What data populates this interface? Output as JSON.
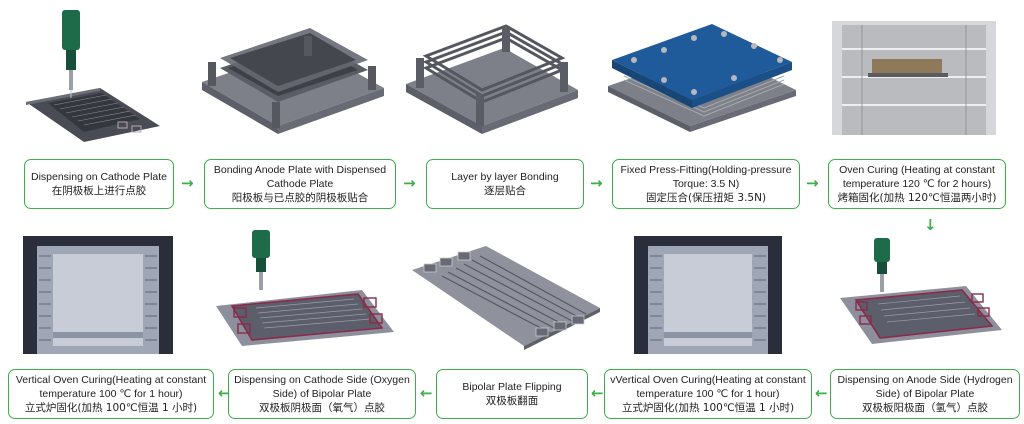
{
  "steps": [
    {
      "en": "Dispensing on Cathode Plate",
      "zh": "在阴极板上进行点胶"
    },
    {
      "en": "Bonding Anode Plate with Dispensed Cathode Plate",
      "zh": "阳极板与已点胶的阴极板贴合"
    },
    {
      "en": "Layer by layer Bonding",
      "zh": "逐层贴合"
    },
    {
      "en": "Fixed Press-Fitting(Holding-pressure Torque: 3.5 N)",
      "zh": "固定压合(保压扭矩 3.5N)"
    },
    {
      "en": "Oven Curing (Heating at constant temperature 120 ℃ for 2 hours)",
      "zh": "烤箱固化(加热 120℃恒温两小时)"
    },
    {
      "en": "Dispensing on Anode Side (Hydrogen Side) of Bipolar Plate",
      "zh": "双极板阳极面（氢气）点胶"
    },
    {
      "en": "vVertical Oven Curing(Heating at constant temperature 100 ℃ for 1 hour)",
      "zh": "立式炉固化(加热 100℃恒温 1 小时)"
    },
    {
      "en": "Bipolar Plate Flipping",
      "zh": "双极板翻面"
    },
    {
      "en": "Dispensing on Cathode Side (Oxygen Side) of Bipolar Plate",
      "zh": "双极板阴极面（氧气）点胶"
    },
    {
      "en": "Vertical Oven Curing(Heating at constant temperature 100 ℃ for 1 hour)",
      "zh": "立式炉固化(加热 100℃恒温 1 小时)"
    }
  ],
  "colors": {
    "border": "#3cae4a",
    "arrow": "#3cae4a",
    "plate": "#7d8088",
    "lid": "#1f5a9a",
    "nozzle": "#1e6b4a",
    "seal": "#8a2b48"
  },
  "icons": {
    "right": "right-arrow-icon",
    "left": "left-arrow-icon",
    "down": "down-arrow-icon"
  }
}
